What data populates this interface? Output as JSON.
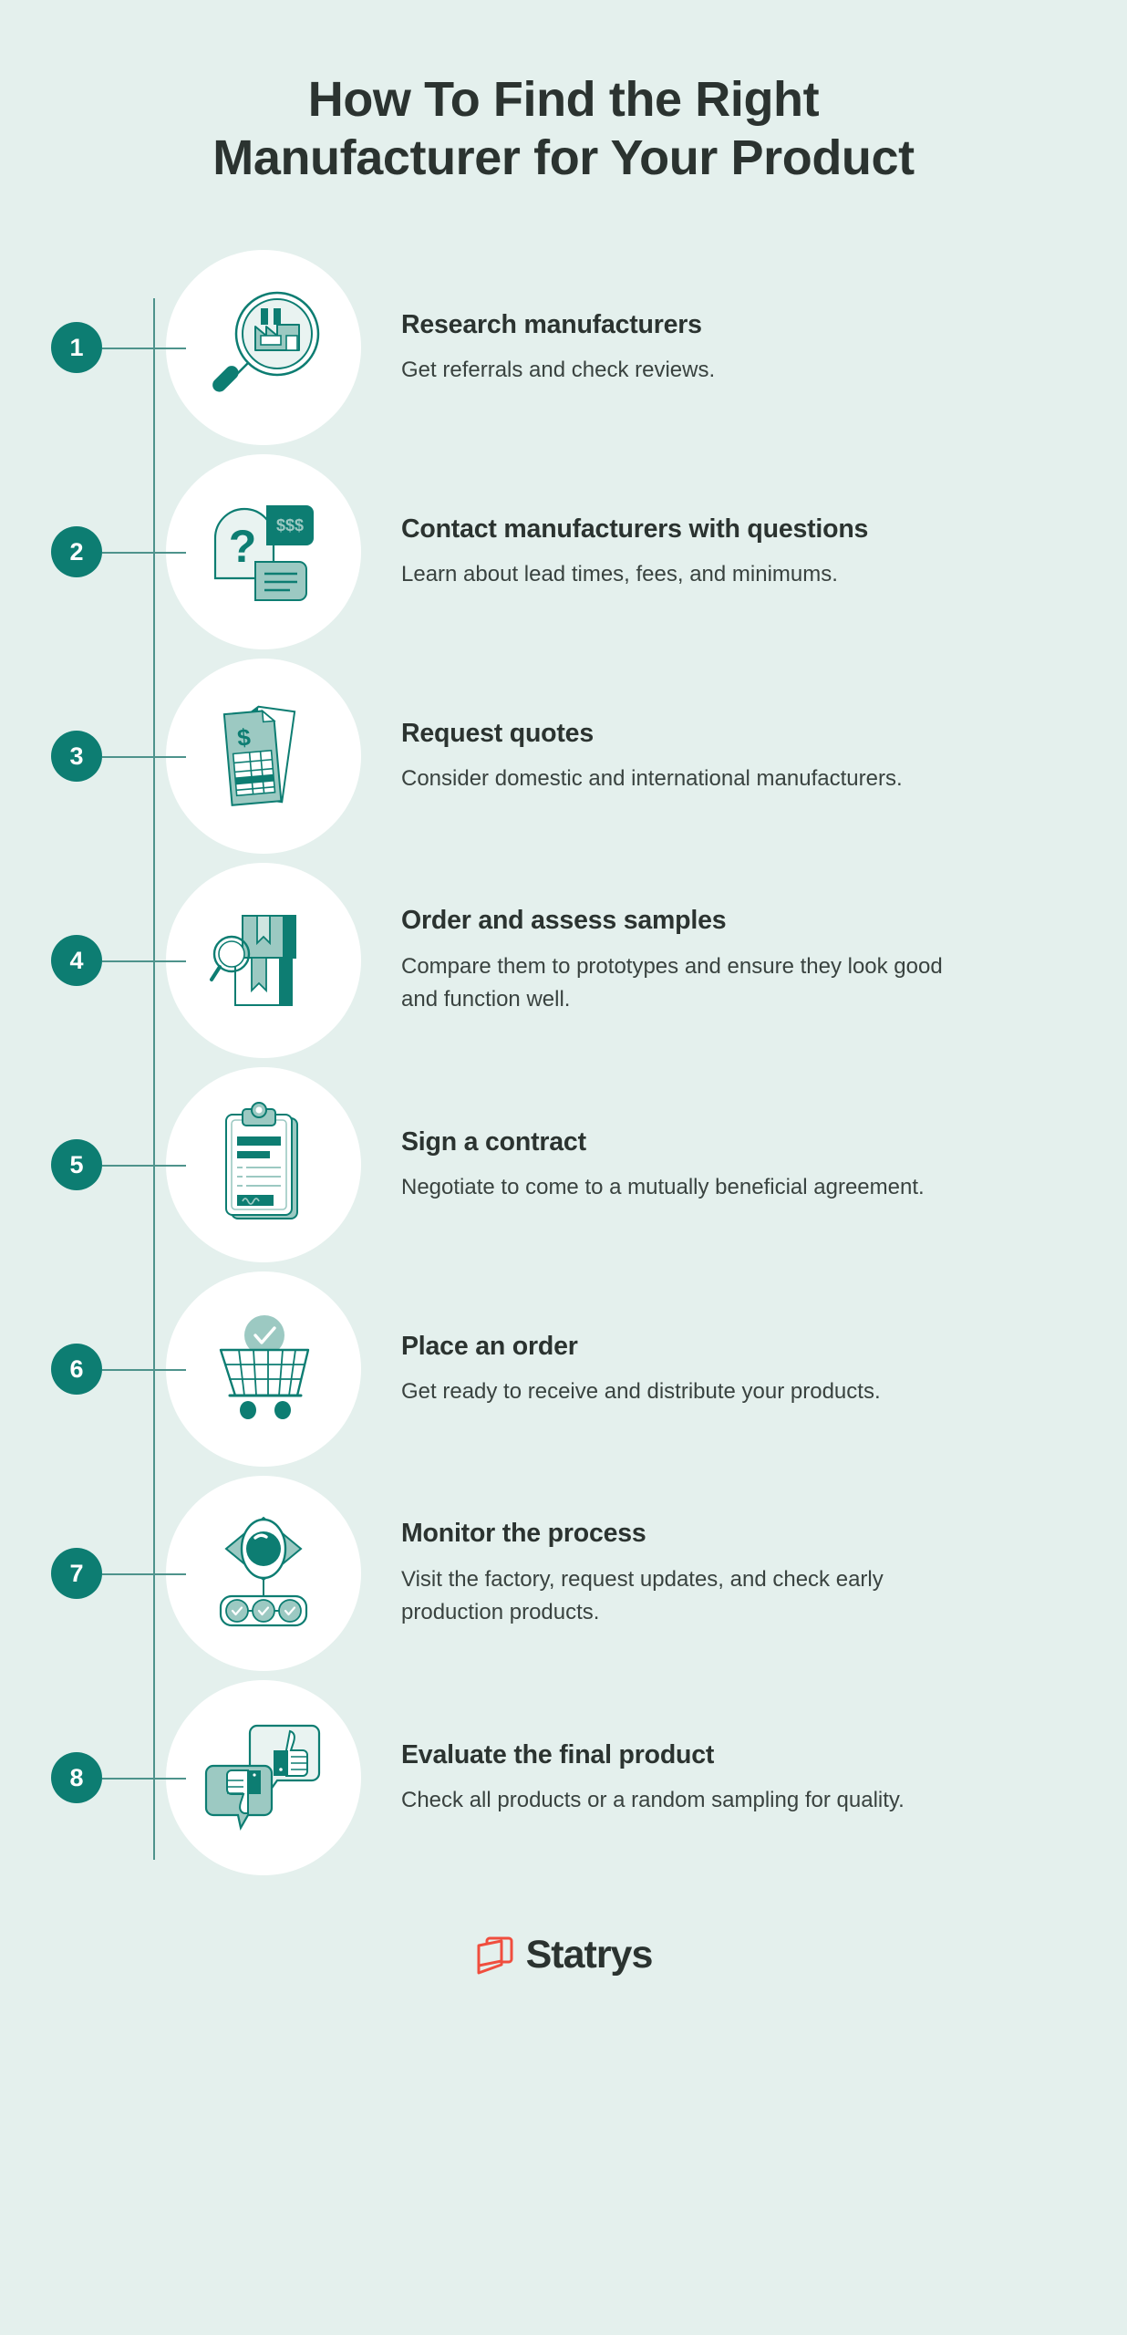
{
  "page": {
    "title_line_1": "How To Find the Right",
    "title_line_2": "Manufacturer for Your Product",
    "background_color": "#e4f0ed",
    "accent_color": "#0d7d72",
    "accent_light_color": "#9cc9c2",
    "line_color": "#4e938c",
    "heading_color": "#2b3330",
    "body_color": "#39423f",
    "logo_mark_color": "#f04e3e"
  },
  "steps": [
    {
      "number": "1",
      "title": "Research manufacturers",
      "description": "Get referrals and check reviews.",
      "icon": "magnifier-factory-icon"
    },
    {
      "number": "2",
      "title": "Contact manufacturers with questions",
      "description": "Learn about lead times, fees, and minimums.",
      "icon": "question-chat-bubbles-icon",
      "icon_label": "$$$",
      "icon_symbol": "?"
    },
    {
      "number": "3",
      "title": "Request quotes",
      "description": "Consider domestic and international manufacturers.",
      "icon": "invoice-documents-icon",
      "icon_symbol": "$"
    },
    {
      "number": "4",
      "title": "Order and assess samples",
      "description": "Compare them to prototypes and ensure they look good and function well.",
      "icon": "boxes-magnifier-icon"
    },
    {
      "number": "5",
      "title": "Sign a contract",
      "description": "Negotiate to come to a mutually beneficial agreement.",
      "icon": "clipboard-contract-icon"
    },
    {
      "number": "6",
      "title": "Place an order",
      "description": "Get ready to receive and distribute your products.",
      "icon": "shopping-cart-check-icon"
    },
    {
      "number": "7",
      "title": "Monitor the process",
      "description": "Visit the factory, request updates, and check early production products.",
      "icon": "eye-conveyor-icon"
    },
    {
      "number": "8",
      "title": "Evaluate the final product",
      "description": "Check all products or a random sampling for quality.",
      "icon": "thumbs-up-down-bubbles-icon"
    }
  ],
  "footer": {
    "brand": "Statrys",
    "logo_mark": "statrys-cards-logo-icon"
  }
}
